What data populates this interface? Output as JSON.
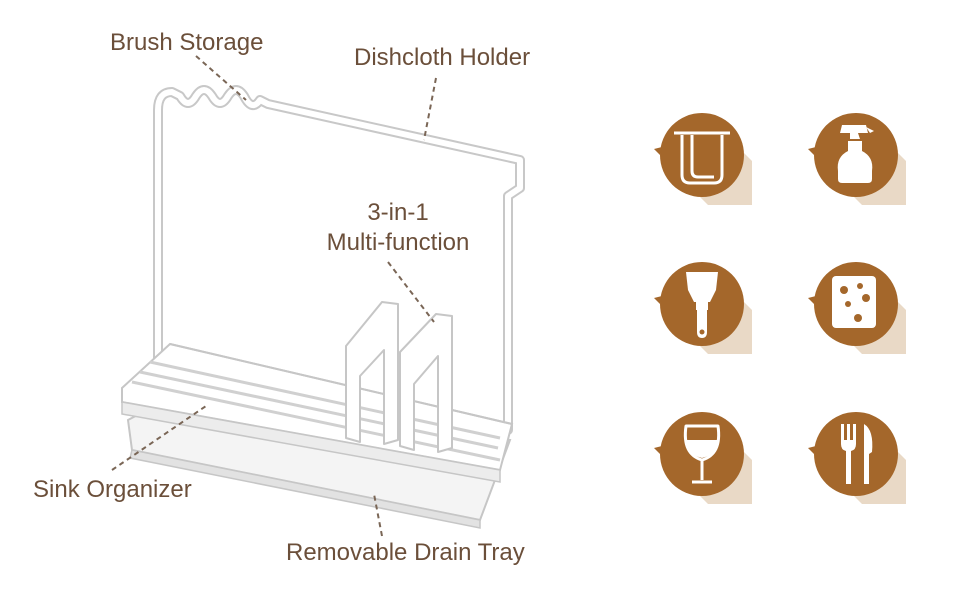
{
  "labels": {
    "brush_storage": "Brush Storage",
    "dishcloth_holder": "Dishcloth Holder",
    "multi_line1": "3-in-1",
    "multi_line2": "Multi-function",
    "sink_organizer": "Sink Organizer",
    "drain_tray": "Removable Drain Tray"
  },
  "icons": [
    "towel-icon",
    "spray-bottle-icon",
    "scrub-brush-icon",
    "sponge-icon",
    "wine-glass-icon",
    "fork-knife-icon"
  ],
  "colors": {
    "text": "#6b4f3a",
    "badge": "#a4672b",
    "badge_shadow": "#bf9a71",
    "rack": "#ffffff",
    "rack_outline": "#c8c8c8",
    "leader": "#7a6656"
  }
}
